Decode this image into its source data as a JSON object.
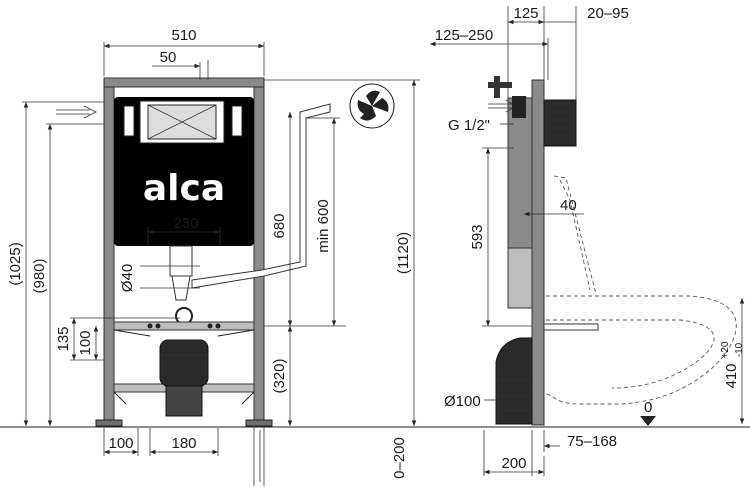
{
  "brand": {
    "logo_text": "alca"
  },
  "front_view": {
    "width_total": "510",
    "offset_top": "50",
    "panel_width": "230",
    "tank_height": "680",
    "min_height": "min 600",
    "pipe_diameter": "Ø40",
    "outlet_height": "135",
    "drain_height": "100",
    "bottom_height": "(320)",
    "overall_height": "(1025)",
    "tank_top_height": "(980)",
    "frame_height": "(1120)",
    "foot_width": "100",
    "bowl_spacing": "180",
    "leg_adjust": "0–200"
  },
  "side_view": {
    "top_width": "125",
    "top_range": "20–95",
    "inlet_range": "125–250",
    "thread": "G 1/2\"",
    "wall_gap": "40",
    "inlet_height": "593",
    "drain_diameter": "Ø100",
    "seat_height": "410",
    "seat_tol_plus": "+20",
    "seat_tol_minus": "-10",
    "floor_mark": "0",
    "depth": "200",
    "bowl_range": "75–168"
  }
}
